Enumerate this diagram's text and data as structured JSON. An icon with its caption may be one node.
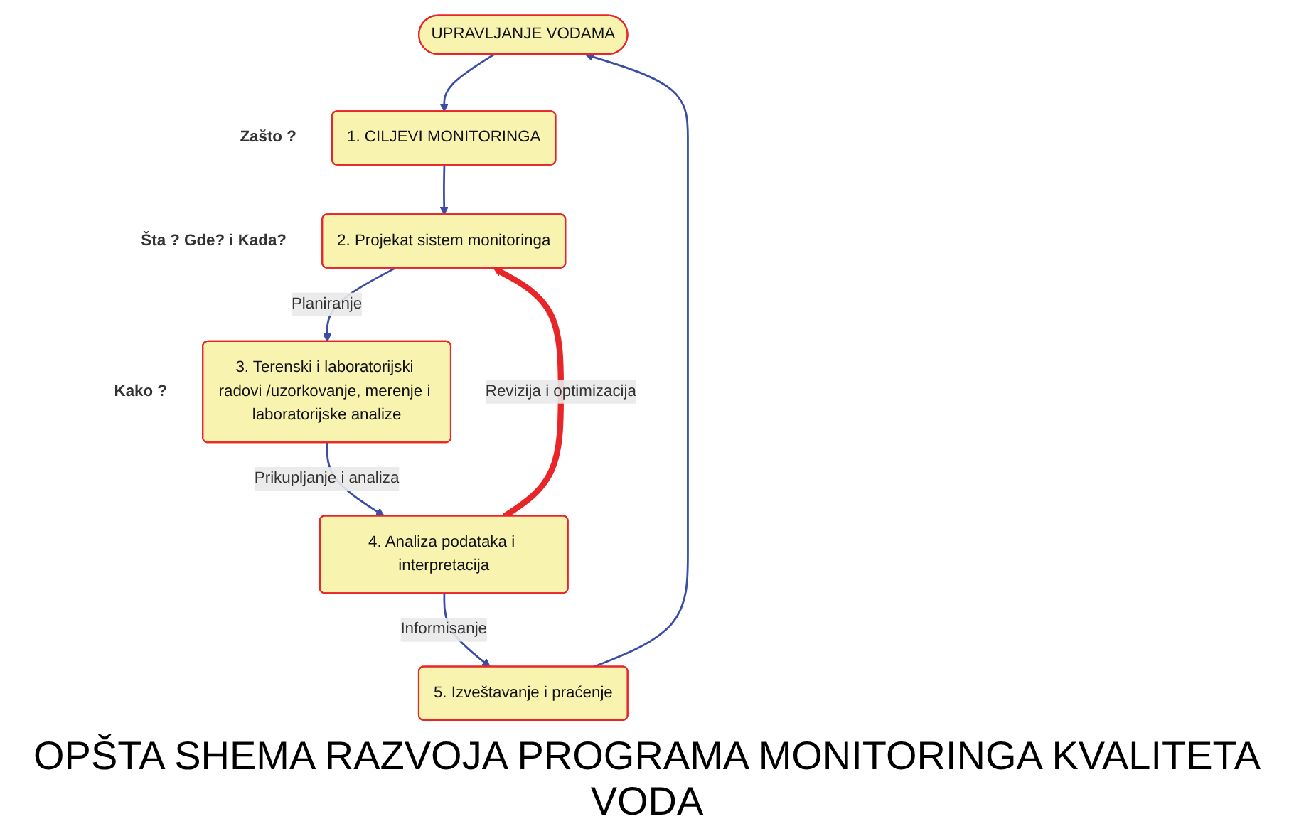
{
  "diagram": {
    "title": "OPŠTA SHEMA RAZVOJA PROGRAMA MONITORINGA KVALITETA VODA",
    "nodes": [
      {
        "text": [
          "UPRAVLJANJE VODAMA"
        ]
      },
      {
        "text": [
          "1. CILJEVI MONITORINGA"
        ],
        "beside": [
          "Zašto ?"
        ]
      },
      {
        "text": [
          "2. Projekat sistem monitoringa"
        ],
        "beside": [
          "Šta ? Gde? i Kada?"
        ]
      },
      {
        "text": [
          "3. Terenski i laboratorijski radovi /uzorkovanje, merenje i laboratorijske analize"
        ],
        "beside": [
          "Kako ?"
        ]
      },
      {
        "text": [
          "4. Analiza podataka i interpretacija"
        ]
      },
      {
        "text": [
          "5. Izveštavanje i praćenje"
        ]
      }
    ],
    "edges": [
      {
        "from": 0,
        "to": 1,
        "arrow": "to"
      },
      {
        "from": 1,
        "to": 2,
        "arrow": "to"
      },
      {
        "from": 2,
        "to": 3,
        "arrow": "to",
        "label": "Planiranje"
      },
      {
        "from": 3,
        "to": 4,
        "arrow": "to",
        "label": "Prikupljanje i analiza"
      },
      {
        "from": 4,
        "to": 5,
        "arrow": "to",
        "label": "Informisanje"
      },
      {
        "from": 5,
        "to": 0,
        "arrow": "to"
      },
      {
        "from": 4,
        "to": 2,
        "arrow": "to",
        "label": "Revizija i optimizacija",
        "style": "thick",
        "color": "#e8262a"
      }
    ]
  }
}
